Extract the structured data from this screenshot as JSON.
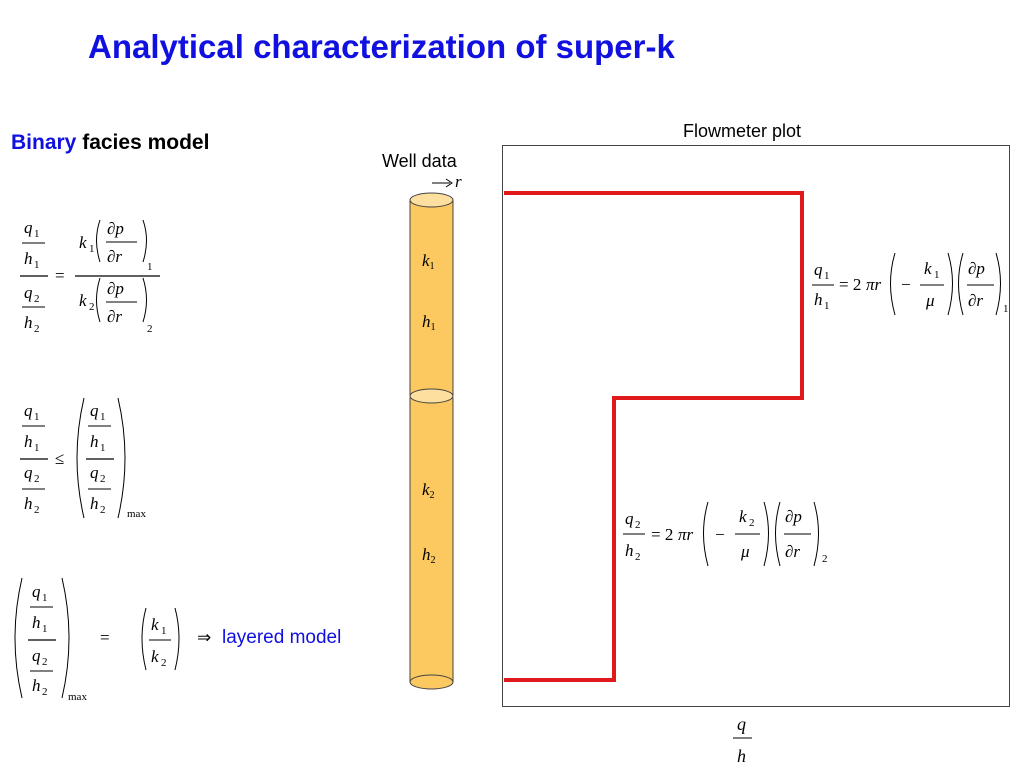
{
  "title": "Analytical characterization of super-k",
  "subtitle": {
    "highlight": "Binary",
    "rest": "facies model"
  },
  "well": {
    "label": "Well data",
    "axis": "r",
    "upper": [
      "k1",
      "h1"
    ],
    "lower": [
      "k2",
      "h2"
    ]
  },
  "plot": {
    "title": "Flowmeter plot",
    "xlabel": {
      "num": "q",
      "den": "h"
    },
    "line_color": "#e01a1a"
  },
  "equations": {
    "ratio": "q1/h1 / q2/h2 = k1(∂p/∂r)1 / k2(∂p/∂r)2",
    "inequality": "q1/h1 / q2/h2 ≤ (q1/h1 / q2/h2)max",
    "equality": "(q1/h1 / q2/h2)max = (k1/k2)",
    "layer1": "q1/h1 = 2πr(−k1/μ)(∂p/∂r)1",
    "layer2": "q2/h2 = 2πr(−k2/μ)(∂p/∂r)2"
  },
  "conclusion": "layered model",
  "colors": {
    "title": "#1010e0",
    "cylinder": "#fcc860",
    "cylinder_edge": "#444444"
  }
}
